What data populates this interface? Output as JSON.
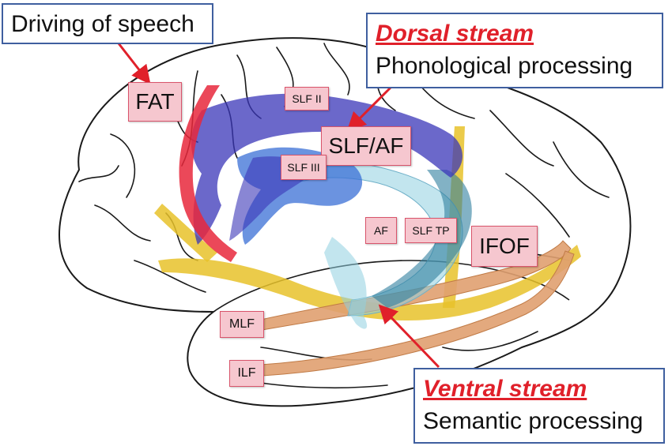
{
  "callouts": {
    "driving": "Driving of speech",
    "dorsal_title": "Dorsal stream",
    "dorsal_sub": "Phonological processing",
    "ventral_title": "Ventral stream",
    "ventral_sub": "Semantic processing"
  },
  "tracts": {
    "fat": "FAT",
    "slf2": "SLF II",
    "slfaf": "SLF/AF",
    "slf3": "SLF III",
    "af": "AF",
    "slftp": "SLF TP",
    "ifof": "IFOF",
    "mlf": "MLF",
    "ilf": "ILF"
  },
  "colors": {
    "fat": "#e8283c",
    "slf": "#3a36b8",
    "slf3": "#3a6fd6",
    "af": "#8fd0e0",
    "slftp": "#2e7f9f",
    "ifof": "#e8c22a",
    "mlf_ilf": "#e0a070",
    "arrow": "#e0202a"
  }
}
